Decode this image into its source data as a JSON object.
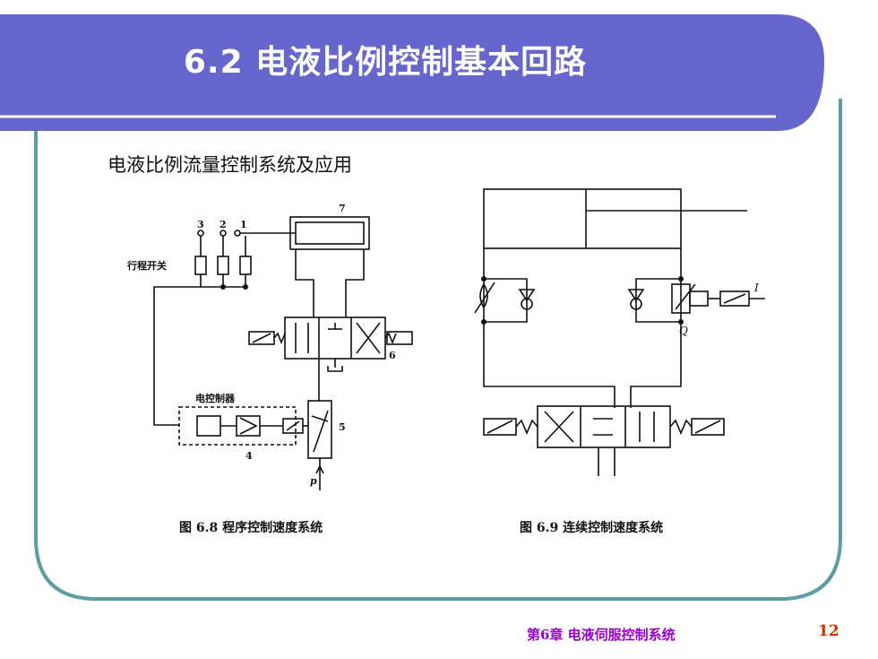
{
  "slide": {
    "title": "6.2  电液比例控制基本回路",
    "subtitle": "电液比例流量控制系统及应用"
  },
  "figure_left": {
    "caption": "图 6.8   程序控制速度系统",
    "labels": {
      "travel_switch": "行程开关",
      "controller": "电控制器",
      "n1": "1",
      "n2": "2",
      "n3": "3",
      "n4": "4",
      "n5": "5",
      "n6": "6",
      "n7": "7",
      "pressure": "p"
    }
  },
  "figure_right": {
    "caption": "图 6.9   连续控制速度系统",
    "labels": {
      "current": "I",
      "flow": "Q"
    }
  },
  "footer": {
    "chapter": "第6章   电液伺服控制系统",
    "page": "12"
  },
  "colors": {
    "header_bg": "#6666cc",
    "border": "#5f9ea0",
    "footer_text": "#9900cc",
    "page_number": "#cc3300"
  }
}
